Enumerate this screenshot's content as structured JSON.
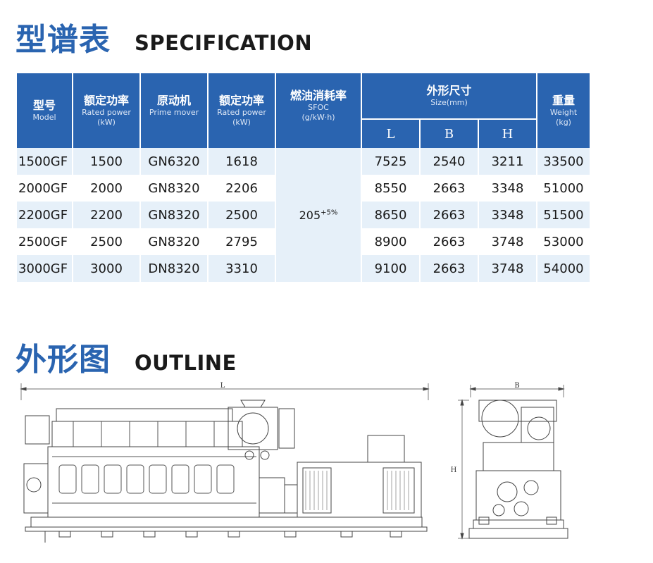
{
  "spec_section": {
    "title_cn": "型谱表",
    "title_en": "SPECIFICATION"
  },
  "outline_section": {
    "title_cn": "外形图",
    "title_en": "OUTLINE"
  },
  "table": {
    "headers": {
      "model": {
        "cn": "型号",
        "en": "Model"
      },
      "rated_power_kw": {
        "cn": "额定功率",
        "en": "Rated power",
        "unit": "(kW)"
      },
      "prime_mover": {
        "cn": "原动机",
        "en": "Prime mover"
      },
      "rated_power_2": {
        "cn": "额定功率",
        "en": "Rated power",
        "unit": "(kW)"
      },
      "sfoc": {
        "cn": "燃油消耗率",
        "en": "SFOC",
        "unit": "(g/kW·h)"
      },
      "size": {
        "cn": "外形尺寸",
        "en": "Size(mm)",
        "sub": [
          "L",
          "B",
          "H"
        ]
      },
      "weight": {
        "cn": "重量",
        "en": "Weight",
        "unit": "(kg)"
      }
    },
    "sfoc_value": "205",
    "sfoc_tolerance": "+5%",
    "rows": [
      {
        "model": "1500GF",
        "power": "1500",
        "prime_mover": "GN6320",
        "power2": "1618",
        "L": "7525",
        "B": "2540",
        "H": "3211",
        "weight": "33500"
      },
      {
        "model": "2000GF",
        "power": "2000",
        "prime_mover": "GN8320",
        "power2": "2206",
        "L": "8550",
        "B": "2663",
        "H": "3348",
        "weight": "51000"
      },
      {
        "model": "2200GF",
        "power": "2200",
        "prime_mover": "GN8320",
        "power2": "2500",
        "L": "8650",
        "B": "2663",
        "H": "3348",
        "weight": "51500"
      },
      {
        "model": "2500GF",
        "power": "2500",
        "prime_mover": "GN8320",
        "power2": "2795",
        "L": "8900",
        "B": "2663",
        "H": "3748",
        "weight": "53000"
      },
      {
        "model": "3000GF",
        "power": "3000",
        "prime_mover": "DN8320",
        "power2": "3310",
        "L": "9100",
        "B": "2663",
        "H": "3748",
        "weight": "54000"
      }
    ]
  },
  "drawings": {
    "side_view": {
      "dim_label": "L"
    },
    "front_view": {
      "dim_label_width": "B",
      "dim_label_height": "H"
    }
  },
  "colors": {
    "accent_blue": "#2a64b0",
    "row_tint": "#e6f0f9"
  }
}
